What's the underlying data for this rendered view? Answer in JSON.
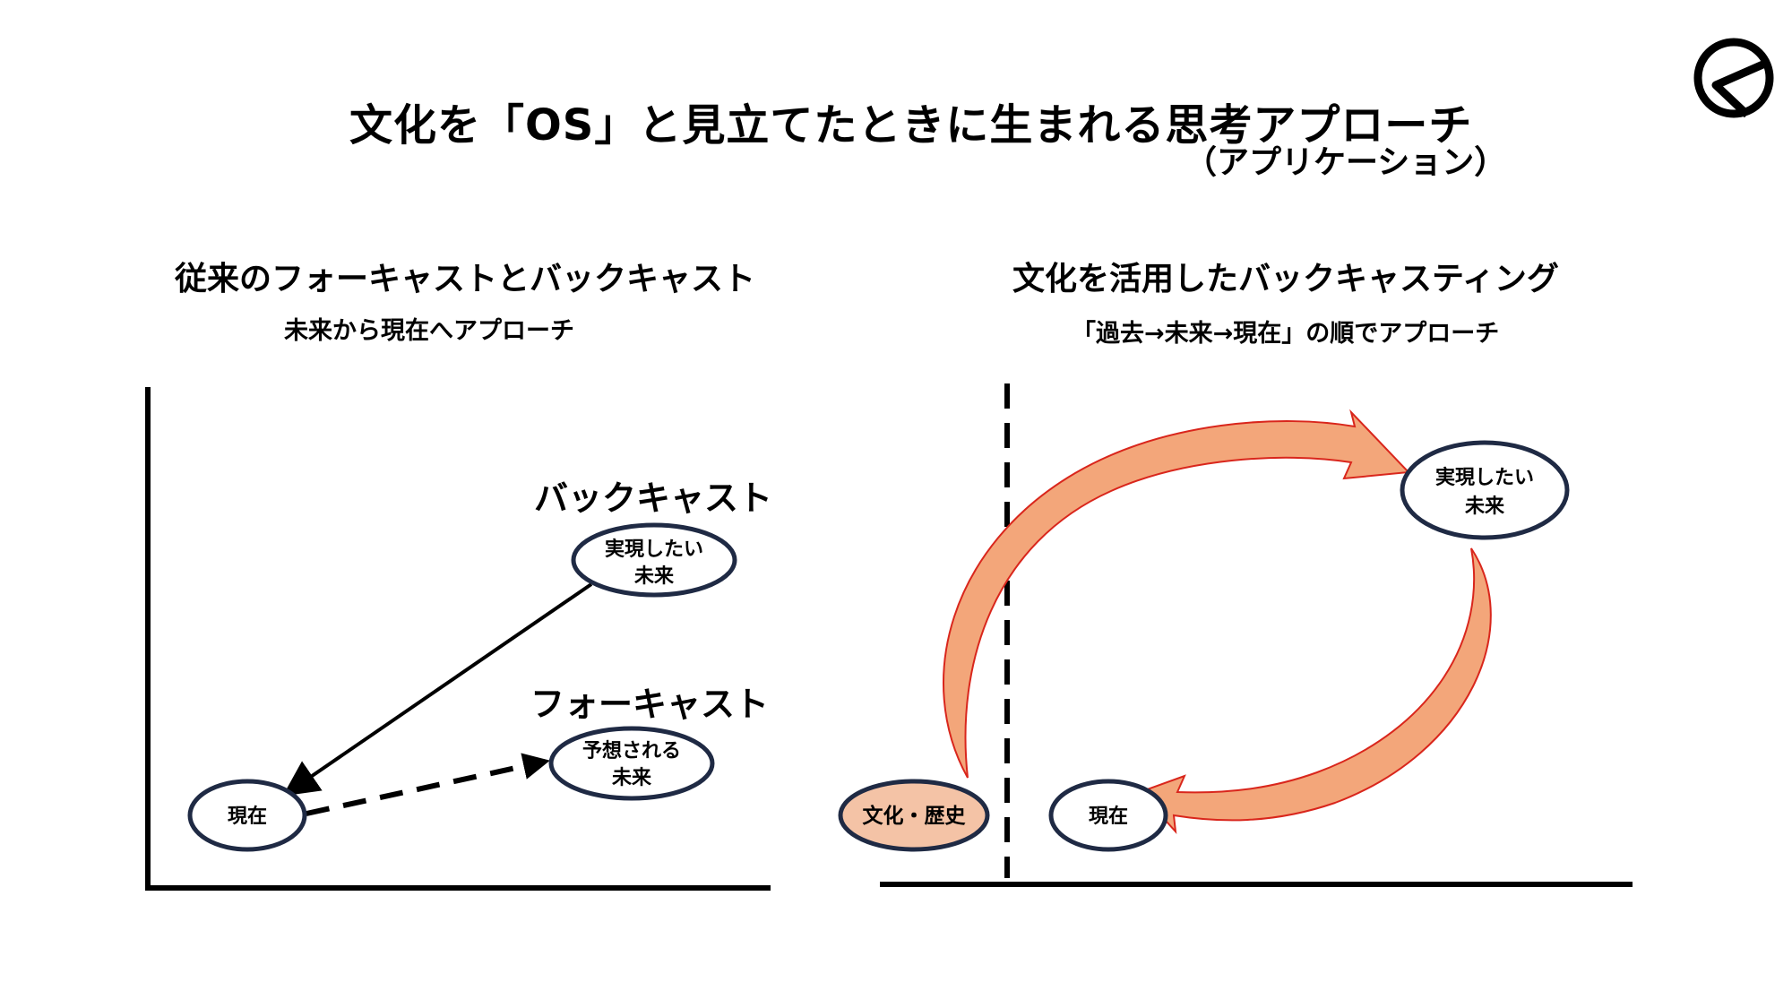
{
  "title": "文化を「OS」と見立てたときに生まれる思考アプローチ",
  "subtitle": "（アプリケーション）",
  "logo_icon": "circle-check-icon",
  "left_panel": {
    "heading": "従来のフォーキャストとバックキャスト",
    "subheading": "未来から現在へアプローチ",
    "label_backcast": "バックキャスト",
    "label_forecast": "フォーキャスト",
    "node_present": "現在",
    "node_desired_future": [
      "実現したい",
      "未来"
    ],
    "node_expected_future": [
      "予想される",
      "未来"
    ]
  },
  "right_panel": {
    "heading": "文化を活用したバックキャスティング",
    "subheading": "「過去→未来→現在」の順でアプローチ",
    "node_culture": "文化・歴史",
    "node_present": "現在",
    "node_desired_future": [
      "実現したい",
      "未来"
    ]
  },
  "colors": {
    "node_border": "#1f2a44",
    "culture_fill": "#f4c3a6",
    "arrow_fill": "#f3a67a",
    "arrow_fill_dark": "#b98565",
    "arrow_stroke": "#d9261c"
  }
}
